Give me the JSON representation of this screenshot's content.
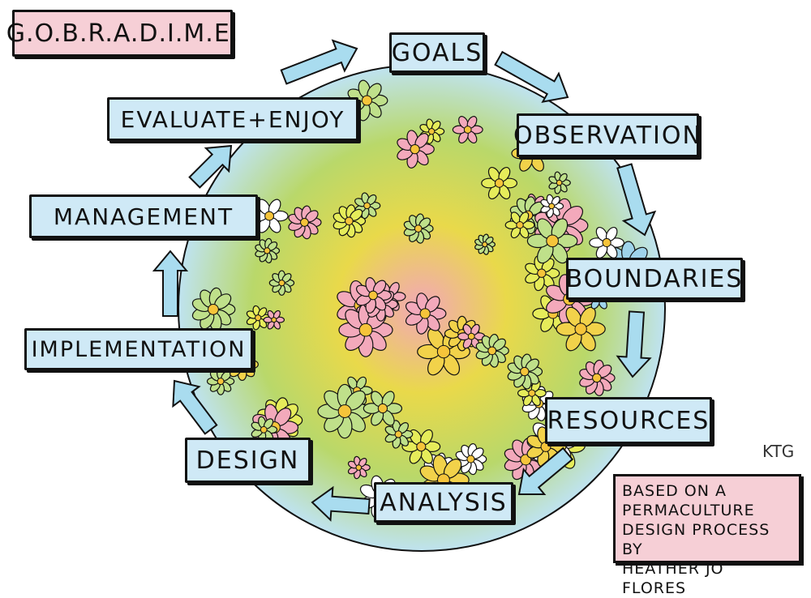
{
  "title": "G.O.B.R.A.D.I.M.E.",
  "steps": [
    {
      "key": "goals",
      "label": "GOALS"
    },
    {
      "key": "observation",
      "label": "OBSERVATION"
    },
    {
      "key": "boundaries",
      "label": "BOUNDARIES"
    },
    {
      "key": "resources",
      "label": "RESOURCES"
    },
    {
      "key": "analysis",
      "label": "ANALYSIS"
    },
    {
      "key": "design",
      "label": "DESIGN"
    },
    {
      "key": "implementation",
      "label": "IMPLEMENTATION"
    },
    {
      "key": "management",
      "label": "MANAGEMENT"
    },
    {
      "key": "evaluate",
      "label": "EVALUATE+ENJOY"
    }
  ],
  "credit": "BASED ON A\nPERMACULTURE\nDESIGN PROCESS BY\nHEATHER JO FLORES",
  "signature": "KTG",
  "colors": {
    "step_fill": "#cfe9f6",
    "title_fill": "#f6cfd6",
    "arrow_fill": "#a9dcef",
    "outline": "#111111"
  }
}
